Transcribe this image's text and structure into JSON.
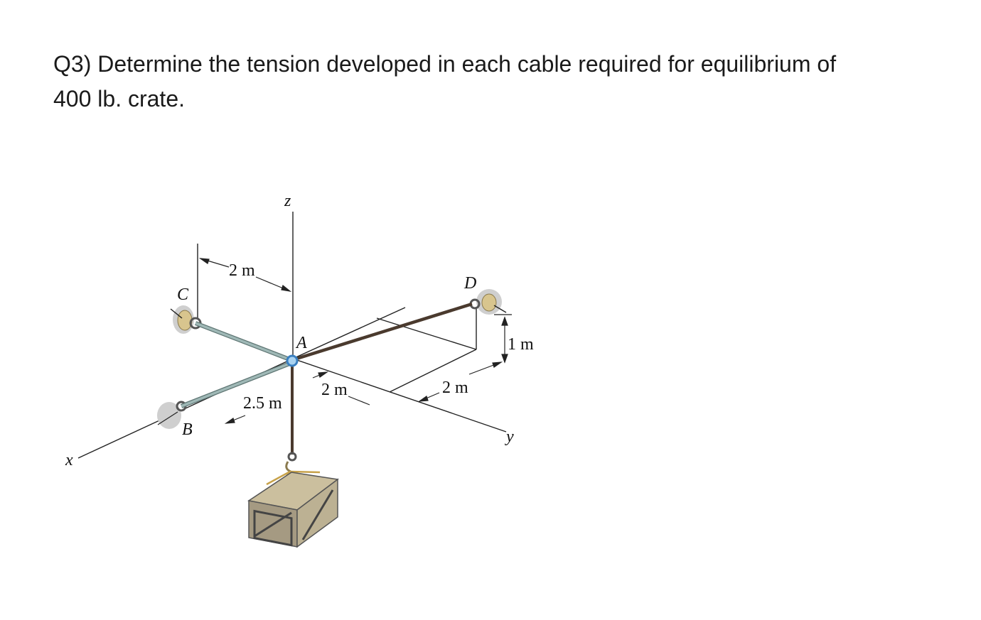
{
  "question": {
    "line1": "Q3) Determine the tension developed in each cable required for equilibrium of",
    "line2": "400 lb. crate."
  },
  "figure": {
    "axes": {
      "x": "x",
      "y": "y",
      "z": "z"
    },
    "points": {
      "A": "A",
      "B": "B",
      "C": "C",
      "D": "D"
    },
    "dimensions": {
      "c_to_z": "2 m",
      "b_offset": "2.5 m",
      "a_to_d_y": "2 m",
      "d_y_offset": "2 m",
      "d_height": "1 m"
    },
    "colors": {
      "cable_light": "#9fb8b6",
      "cable_dark": "#4a3a2e",
      "ring": "#3a7fc0",
      "anchor": "#d8c58e",
      "crate": "#a59a82"
    }
  }
}
